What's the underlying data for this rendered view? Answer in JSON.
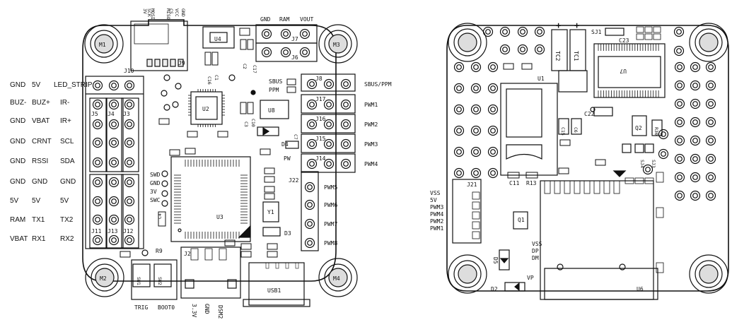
{
  "left": {
    "title_labels": {
      "M1": "M1",
      "M2": "M2",
      "M3": "M3",
      "M4": "M4",
      "J10": "J10",
      "J9": "J9",
      "J7": "J7",
      "J6": "J6",
      "J8": "J8",
      "J17": "J17",
      "J16": "J16",
      "J15": "J15",
      "J14": "J14",
      "J22": "J22",
      "J5": "J5",
      "J4": "J4",
      "J3": "J3",
      "J11": "J11",
      "J13": "J13",
      "J12": "J12",
      "J2": "J2",
      "SW1": "SW1",
      "SW2": "SW2",
      "USB1": "USB1",
      "U2": "U2",
      "U3": "U3",
      "U4": "U4",
      "U8": "U8",
      "Y1": "Y1",
      "D3": "D3",
      "D4": "D4",
      "C4": "C4",
      "R9": "R9",
      "C16": "C16",
      "C1": "C1",
      "C2": "C2",
      "C17": "C17",
      "C3": "C3",
      "C10": "C10",
      "C7": "C7",
      "PW": "PW",
      "SBUS": "SBUS",
      "PPM": "PPM",
      "SWD": "SWD",
      "GND2": "GND",
      "V3": "3V",
      "SWC": "SWC",
      "TRIG": "TRIG",
      "BOOT0": "BOOT0",
      "V33": "3.3V",
      "GNDv": "GND",
      "DSM2": "DSM2"
    },
    "top_header": [
      "GND",
      "RAM",
      "VOUT"
    ],
    "j9_vertical": [
      "3V",
      "SCK",
      "MOSI",
      "MISO",
      "CS",
      "VCC",
      "GND"
    ],
    "right_signals": [
      "SBUS/PPM",
      "PWM1",
      "PWM2",
      "PWM3",
      "PWM4"
    ],
    "j22_signals": [
      "PWM5",
      "PWM6",
      "PWM7",
      "PWM8"
    ],
    "side_rows": [
      [
        "GND",
        "5V",
        "LED_STRIP"
      ],
      [
        "BUZ-",
        "BUZ+",
        "IR-"
      ],
      [
        "GND",
        "VBAT",
        "IR+"
      ],
      [
        "GND",
        "CRNT",
        "SCL"
      ],
      [
        "GND",
        "RSSI",
        "SDA"
      ],
      [
        "GND",
        "GND",
        "GND"
      ],
      [
        "5V",
        "5V",
        "5V"
      ],
      [
        "RAM",
        "TX1",
        "TX2"
      ],
      [
        "VBAT",
        "RX1",
        "RX2"
      ]
    ]
  },
  "right": {
    "labels": {
      "M1": "",
      "SJ1": "SJ1",
      "C23": "C23",
      "TC2": "TC2",
      "TC1": "TC1",
      "U1": "U1",
      "U7": "U7",
      "C22": "C22",
      "C15": "C15",
      "C6": "C6",
      "Q2": "Q2",
      "R30": "R30",
      "SJ3": "SJ3",
      "SJ4": "SJ4",
      "J21": "J21",
      "C11": "C11",
      "R13": "R13",
      "Q1": "Q1",
      "D5": "D5",
      "D2": "D2",
      "U6": "U6",
      "VP": "VP"
    },
    "j21_pins": [
      "VSS",
      "5V",
      "PWM3",
      "PWM4",
      "PWM2",
      "PWM1"
    ],
    "usb_pins": [
      "VSS",
      "DP",
      "DM"
    ]
  }
}
